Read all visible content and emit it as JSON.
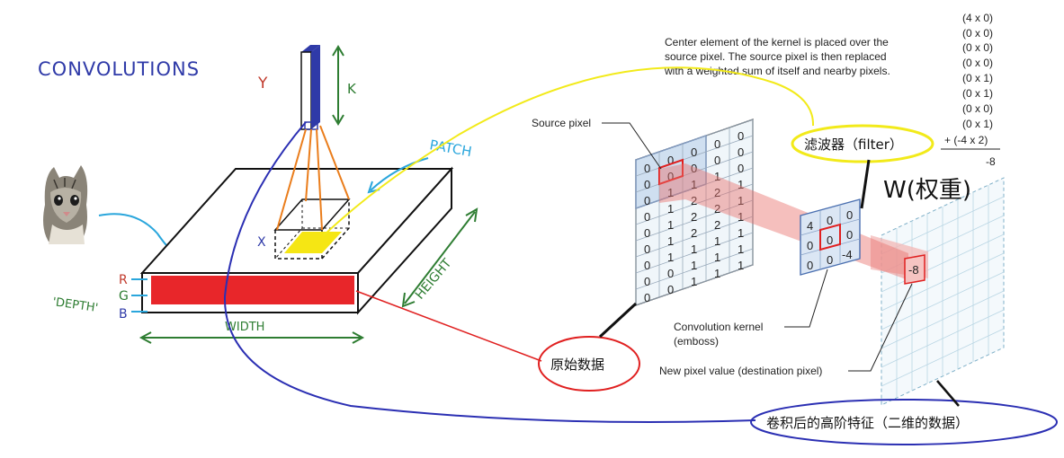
{
  "left": {
    "title": "CONVOLUTIONS",
    "y_label": "Y",
    "k_label": "K",
    "x_label": "X",
    "patch_label": "PATCH",
    "height_label": "HEIGHT",
    "width_label": "WIDTH",
    "depth_label": "'DEPTH'",
    "channels": [
      "R",
      "G",
      "B"
    ],
    "colors": {
      "channel_r": "#c0392b",
      "channel_g": "#2e7d32",
      "channel_b": "#3949ab",
      "depth_bar": "#e8262a",
      "patch": "#f5e614",
      "tower": "#2f3aa8"
    }
  },
  "right": {
    "description": [
      "Center element of the kernel is placed over the",
      "source pixel. The source pixel is then replaced",
      "with a weighted sum of itself and nearby pixels."
    ],
    "source_pixel_label": "Source pixel",
    "kernel_label": [
      "Convolution kernel",
      "(emboss)"
    ],
    "new_pixel_label": "New pixel value (destination pixel)",
    "calc_terms": [
      "(4 x 0)",
      "(0 x 0)",
      "(0 x 0)",
      "(0 x 0)",
      "(0 x 1)",
      "(0 x 1)",
      "(0 x 0)",
      "(0 x 1)",
      "+ (-4 x 2)"
    ],
    "calc_result": "-8",
    "source_grid": [
      [
        "0",
        "0",
        "0",
        "0",
        "0"
      ],
      [
        "0",
        "0",
        "0",
        "0",
        "0"
      ],
      [
        "0",
        "1",
        "1",
        "1",
        "0"
      ],
      [
        "0",
        "1",
        "2",
        "2",
        "1"
      ],
      [
        "0",
        "1",
        "2",
        "2",
        "1"
      ],
      [
        "0",
        "1",
        "2",
        "2",
        "1"
      ],
      [
        "0",
        "1",
        "1",
        "1",
        "1"
      ],
      [
        "0",
        "0",
        "1",
        "1",
        "1"
      ],
      [
        "0",
        "0",
        "1",
        "1",
        "1"
      ]
    ],
    "kernel": [
      [
        "4",
        "0",
        "0"
      ],
      [
        "0",
        "0",
        "0"
      ],
      [
        "0",
        "0",
        "-4"
      ]
    ],
    "result_value": "-8"
  },
  "annotations": {
    "filter": "滤波器（filter）",
    "weights": "W(权重)",
    "raw_data": "原始数据",
    "feature": "卷积后的高阶特征（二维的数据）",
    "colors": {
      "yellow": "#f2ea1a",
      "red": "#e02020",
      "blue": "#2b2fb3",
      "black": "#111111"
    }
  }
}
